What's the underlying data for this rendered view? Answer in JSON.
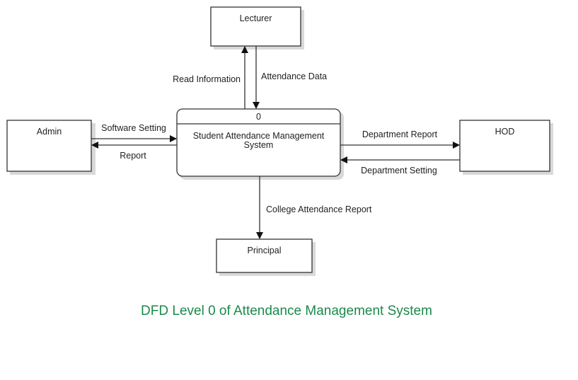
{
  "colors": {
    "caption": "#1a8a4a",
    "stroke": "#333333",
    "shadow": "#d9d9d9"
  },
  "entities": {
    "lecturer": "Lecturer",
    "admin": "Admin",
    "hod": "HOD",
    "principal": "Principal"
  },
  "process": {
    "number": "0",
    "name_line1": "Student Attendance Management",
    "name_line2": "System"
  },
  "flows": {
    "read_information": "Read Information",
    "attendance_data": "Attendance Data",
    "software_setting": "Software Setting",
    "report": "Report",
    "department_report": "Department Report",
    "department_setting": "Department Setting",
    "college_attendance_report": "College Attendance Report"
  },
  "caption": "DFD Level 0 of Attendance Management System"
}
